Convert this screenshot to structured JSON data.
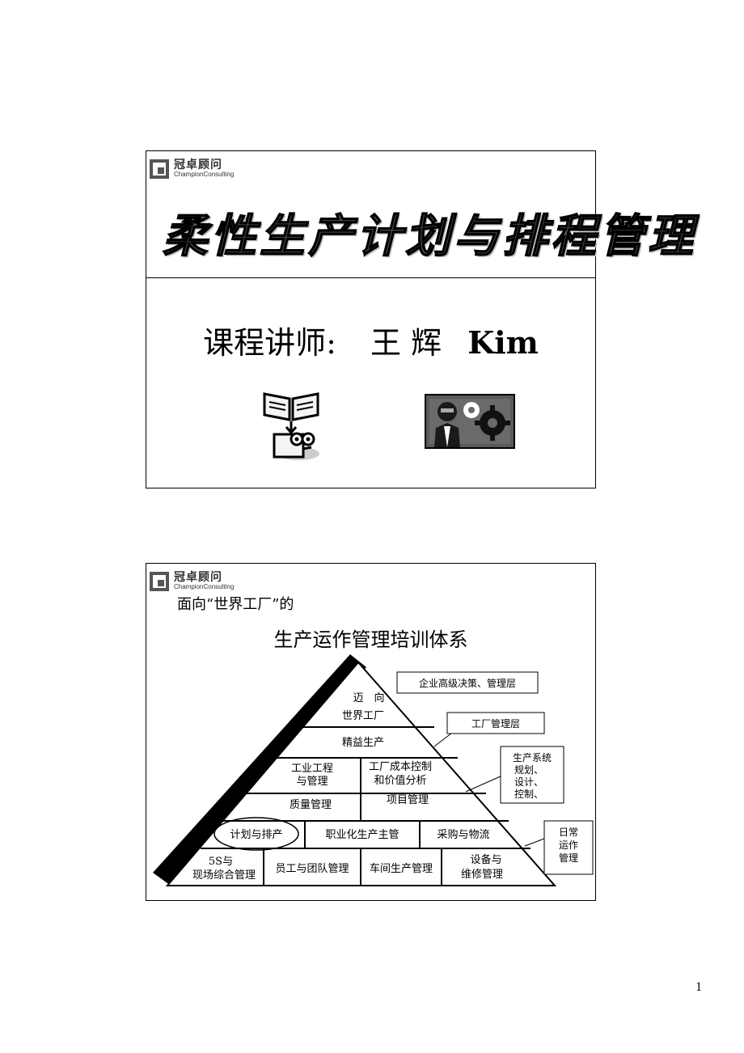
{
  "slide1": {
    "logo_cn": "冠卓顾问",
    "logo_en": "ChampionConsulting",
    "title_art": "柔性生产计划与排程管理",
    "lecturer_label": "课程讲师:",
    "lecturer_name_cn": "王 辉",
    "lecturer_name_en": "Kim",
    "icons": [
      "book-reading-icon",
      "engineer-gears-icon"
    ]
  },
  "slide2": {
    "logo_cn": "冠卓顾问",
    "logo_en": "ChampionConsulting",
    "heading": "面向“世界工厂”的",
    "title": "生产运作管理培训体系",
    "pyramid": {
      "apex": [
        "迈　向",
        "世界工厂"
      ],
      "level2": "精益生产",
      "level3a": [
        "工业工程",
        "与管理"
      ],
      "level3b": [
        "工厂成本控制",
        "和价值分析"
      ],
      "level4a": "质量管理",
      "level4b": "项目管理",
      "level5a": "计划与排产",
      "level5b": "职业化生产主管",
      "level5c": "采购与物流",
      "level6a": [
        "5S与",
        "现场综合管理"
      ],
      "level6b": "员工与团队管理",
      "level6c": "车间生产管理",
      "level6d": [
        "设备与",
        "维修管理"
      ]
    },
    "callouts": {
      "top": "企业高级决策、管理层",
      "factory": "工厂管理层",
      "system": [
        "生产系统",
        "规划、",
        "设计、",
        "控制、"
      ],
      "daily": [
        "日常",
        "运作",
        "管理"
      ]
    }
  },
  "page_number": "1"
}
